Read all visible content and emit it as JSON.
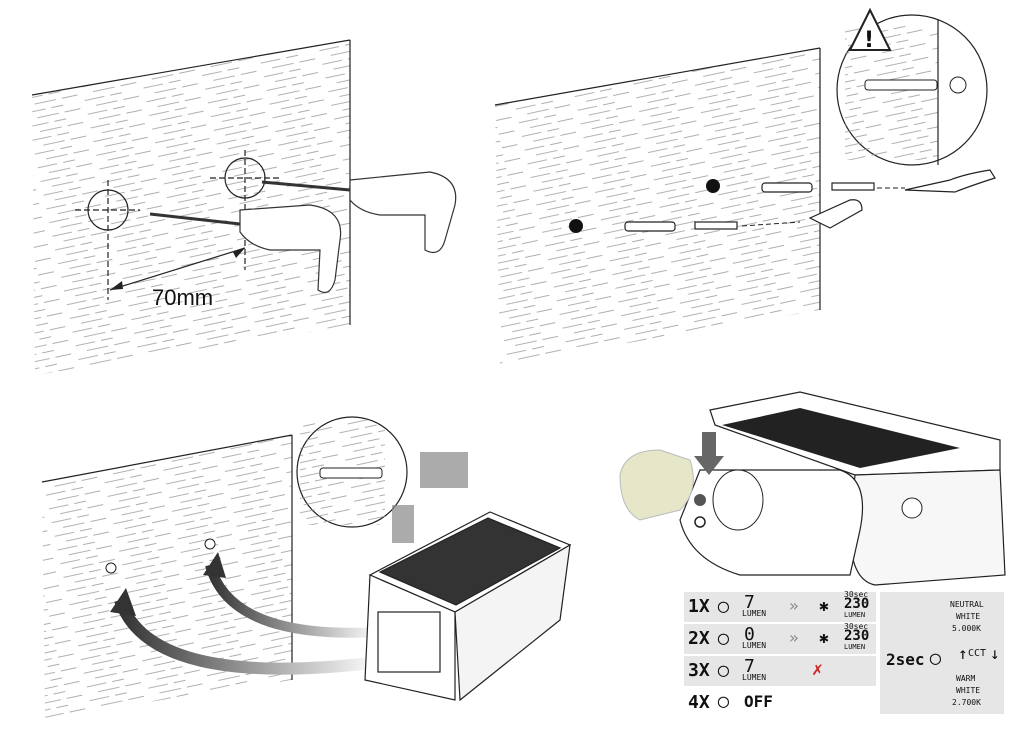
{
  "panel1": {
    "distance_label": "70mm"
  },
  "panel2": {
    "warning_icon": "warning-triangle-icon"
  },
  "modes": {
    "rows": [
      {
        "count": "1X",
        "value": "7",
        "unit": "LUMEN",
        "sensor_time": "30sec",
        "sensor_value": "230",
        "sensor_unit": "LUMEN"
      },
      {
        "count": "2X",
        "value": "0",
        "unit": "LUMEN",
        "sensor_time": "30sec",
        "sensor_value": "230",
        "sensor_unit": "LUMEN"
      },
      {
        "count": "3X",
        "value": "7",
        "unit": "LUMEN"
      },
      {
        "count": "4X",
        "value": "OFF"
      }
    ],
    "cct": {
      "hold": "2sec",
      "label": "CCT",
      "neutral_1": "NEUTRAL",
      "neutral_2": "WHITE",
      "neutral_temp": "5.000K",
      "warm_1": "WARM",
      "warm_2": "WHITE",
      "warm_temp": "2.700K"
    }
  },
  "colors": {
    "line": "#222222",
    "grey": "#e6e6e6",
    "accent": "#cc2222"
  }
}
